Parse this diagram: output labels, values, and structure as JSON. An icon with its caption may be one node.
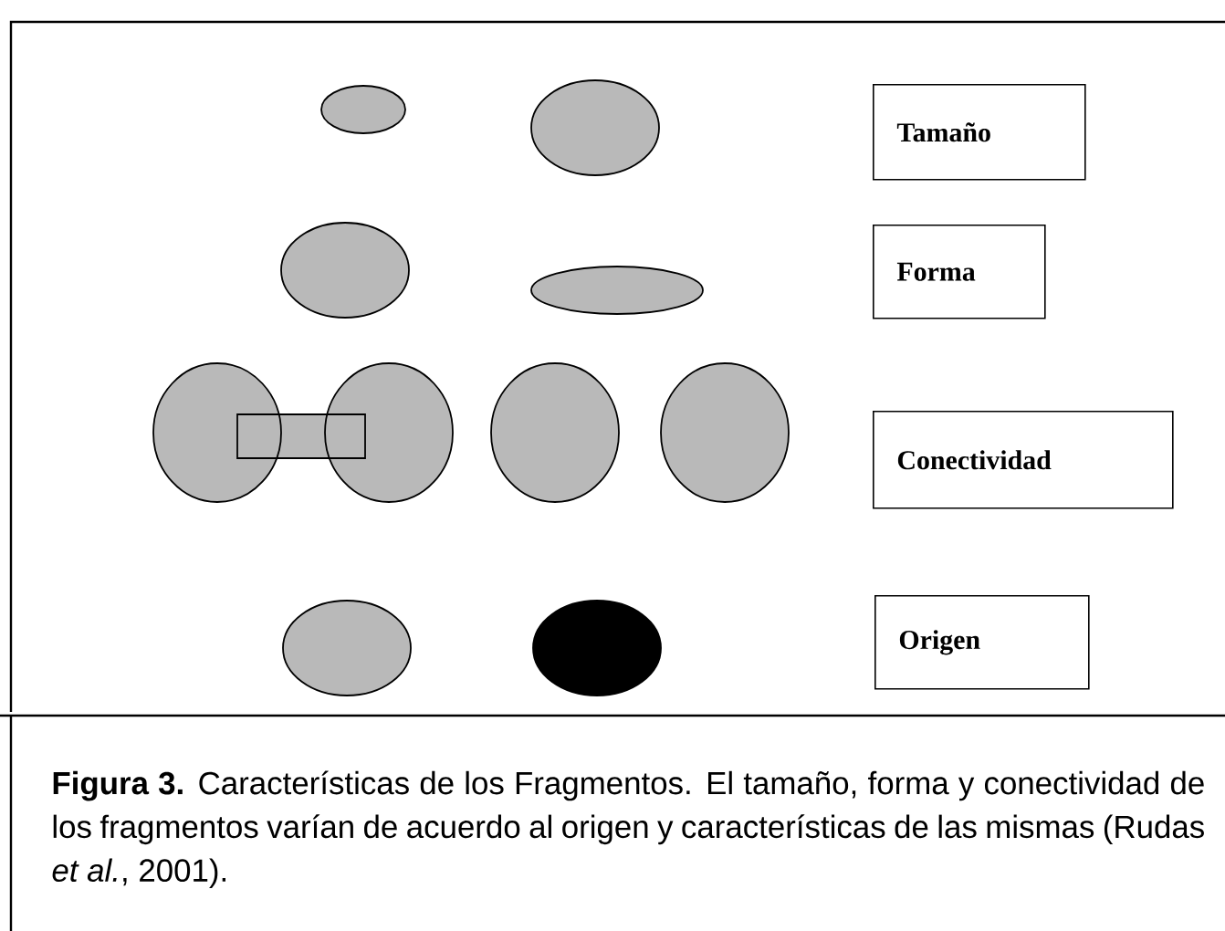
{
  "diagram": {
    "caption": "**Figura 3.** Características de los Fragmentos. El tamaño, forma y conectividad de los fragmentos varían de acuerdo al origen y características de las mismas (Rudas *et al.*, 2001).",
    "nodes": [
      {
        "text": [
          "Tamaño"
        ]
      },
      {
        "text": [
          "Forma"
        ]
      },
      {
        "text": [
          "Conectividad"
        ]
      },
      {
        "text": [
          "Origen"
        ]
      }
    ]
  }
}
